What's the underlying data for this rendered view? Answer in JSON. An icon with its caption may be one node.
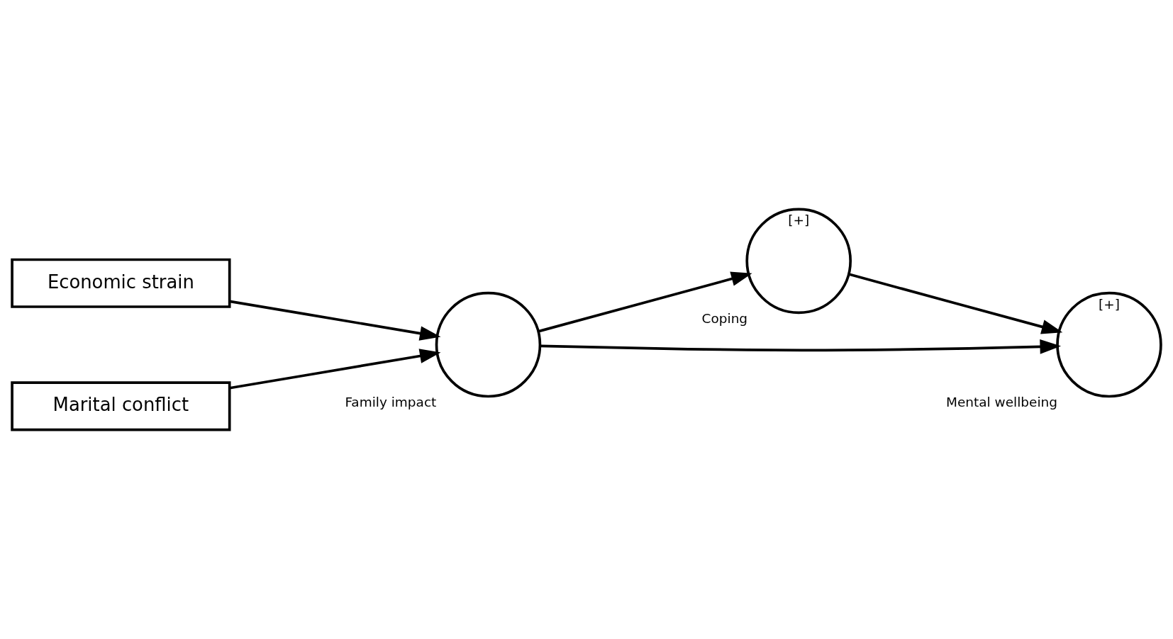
{
  "diagram": {
    "nodes": [
      {
        "text": [
          "Economic strain"
        ]
      },
      {
        "text": [
          "Marital conflict"
        ]
      },
      {
        "text": [],
        "shape": "circle",
        "beside": [
          "Family impact"
        ]
      },
      {
        "text": [
          "[+]"
        ],
        "beside": [
          "Coping"
        ]
      },
      {
        "text": [
          "[+]"
        ],
        "beside": [
          "Mental wellbeing"
        ]
      }
    ],
    "edges": [
      {
        "from": 0,
        "to": 2,
        "arrow": "to"
      },
      {
        "from": 1,
        "to": 2,
        "arrow": "to"
      },
      {
        "from": 2,
        "to": 3,
        "arrow": "to"
      },
      {
        "from": 2,
        "to": 4,
        "arrow": "to"
      },
      {
        "from": 3,
        "to": 4,
        "arrow": "to"
      }
    ]
  }
}
